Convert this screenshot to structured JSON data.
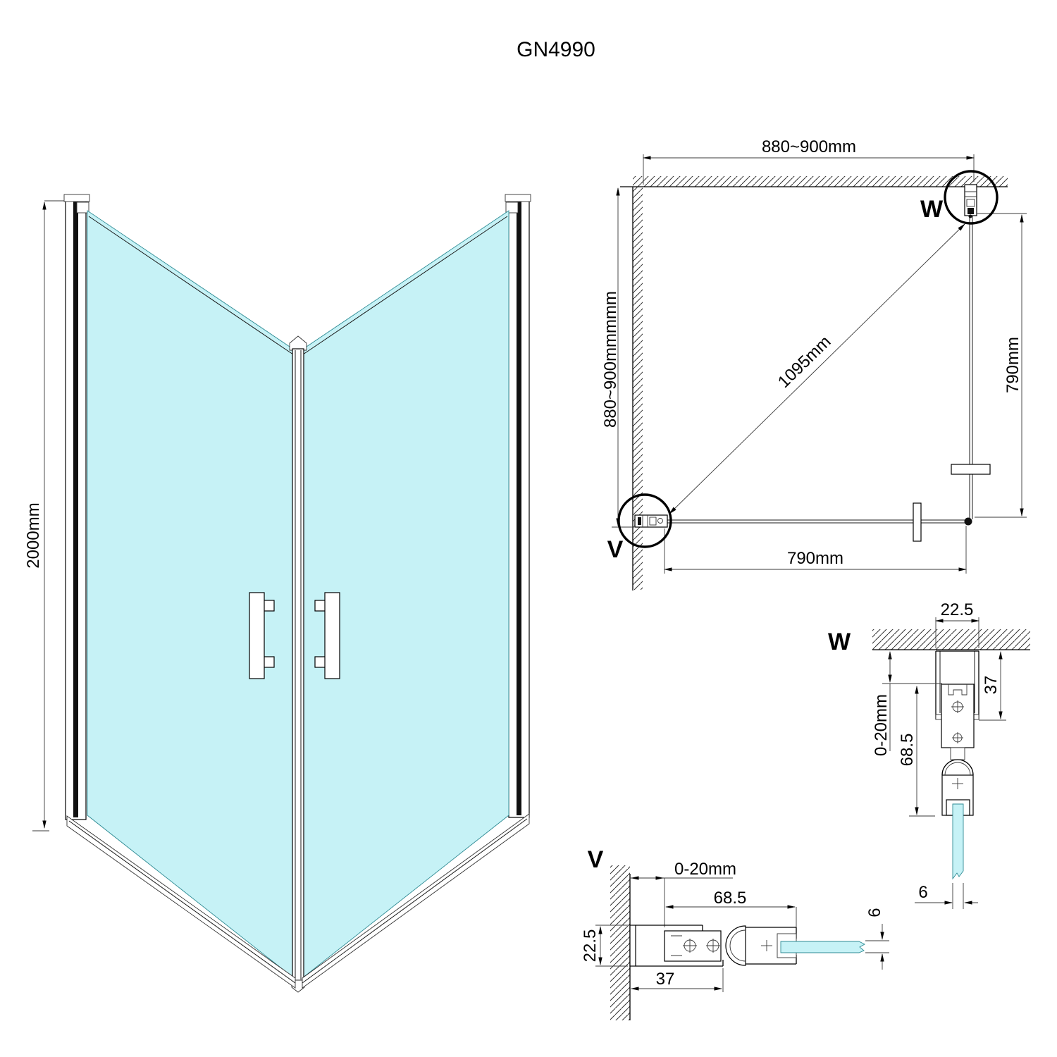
{
  "title": "GN4990",
  "colors": {
    "glass": "#c6f2f6",
    "line": "#000000"
  },
  "iso": {
    "height_label": "2000mm"
  },
  "plan": {
    "top_width": "880~900mm",
    "left_height": "880~900mmmmm",
    "diagonal": "1095mm",
    "right_height": "790mm",
    "bottom_width": "790mm",
    "detail_w_label": "W",
    "detail_v_label": "V"
  },
  "section_w": {
    "label": "W",
    "profile_width": "22.5",
    "profile_depth": "37",
    "adjustment": "0-20mm",
    "total_depth": "68.5",
    "glass_thickness": "6"
  },
  "section_v": {
    "label": "V",
    "adjustment": "0-20mm",
    "total_depth": "68.5",
    "profile_width": "22.5",
    "profile_depth": "37",
    "glass_thickness": "6"
  }
}
